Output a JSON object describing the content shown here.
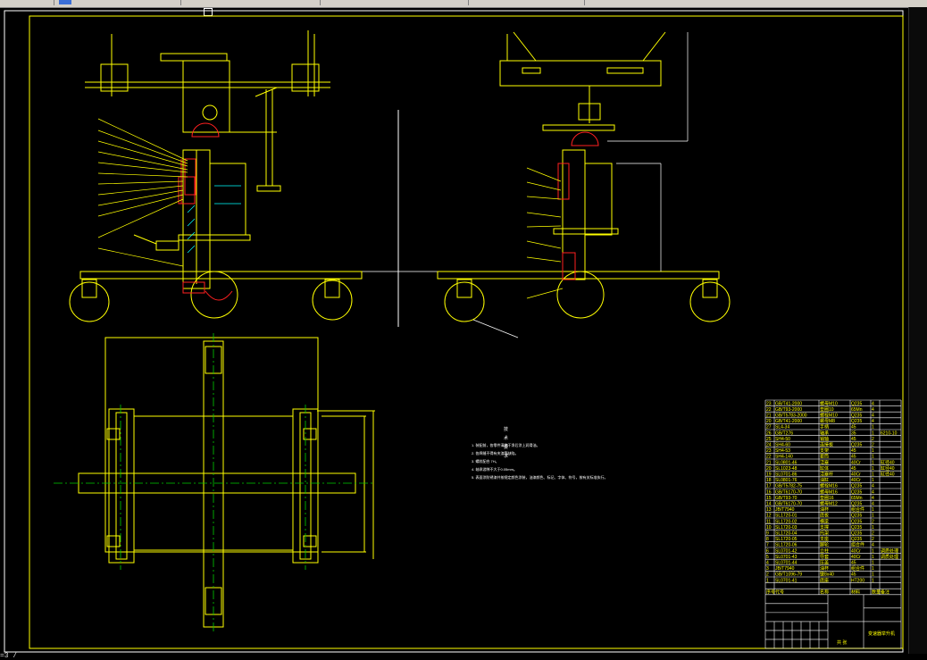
{
  "window": {
    "tabs": [
      "",
      "",
      "",
      "",
      ""
    ],
    "status_text": "=3 /"
  },
  "drawing": {
    "tech_requirements_title": "技术要求",
    "tech_requirements": [
      "1. 装配前，各零件清洗干净后涂上润滑油。",
      "2. 各焊缝不得有夹渣等缺陷。",
      "3. 螺纹配合 7H。",
      "4. 轴承游隙不大于0.05mm。",
      "5. 表面涂防锈漆并按规定颜色涂装，油漆颜色、标记、字体、符号，按有关标准执行。"
    ],
    "colors": {
      "frame": "#ffff00",
      "section_red": "#ff2020",
      "centerline": "#00cc00",
      "dimension": "#ffffff",
      "hatch": "#00ffff"
    }
  },
  "title_block": {
    "bom_rows": [
      [
        "23",
        "GB/T41-2000",
        "螺母M10",
        "Q235",
        "4",
        ""
      ],
      [
        "22",
        "GB/T93-2000",
        "垫圈10",
        "65Mn",
        "4",
        ""
      ],
      [
        "21",
        "GB/T5783-2000",
        "螺栓M10",
        "Q235",
        "4",
        ""
      ],
      [
        "20",
        "GB/T41-2000",
        "螺母M8",
        "Q235",
        "4",
        ""
      ],
      [
        "27",
        "SL4-34",
        "手柄",
        "45",
        "1",
        ""
      ],
      [
        "26",
        "GB/T276",
        "轴承",
        "35",
        "1",
        "6210-10"
      ],
      [
        "25",
        "SH4-50",
        "销轴",
        "45",
        "2",
        ""
      ],
      [
        "24",
        "SH4-60",
        "连接板",
        "Q235",
        "2",
        ""
      ],
      [
        "23",
        "SH4-53",
        "支架",
        "45",
        "1",
        ""
      ],
      [
        "22",
        "SH4-140",
        "套筒",
        "45",
        "1",
        ""
      ],
      [
        "21",
        "SL0801-46",
        "活塞",
        "40Cr",
        "1",
        "缸径40"
      ],
      [
        "20",
        "SL1023-48",
        "缸体",
        "45",
        "1",
        "缸径40"
      ],
      [
        "19",
        "SL0701-86",
        "活塞杆",
        "40Cr",
        "1",
        "缸径40"
      ],
      [
        "18",
        "SL0801-76",
        "油缸",
        "40Cr",
        "1",
        ""
      ],
      [
        "17",
        "GB/T5782-75",
        "螺栓M16",
        "Q235",
        "4",
        ""
      ],
      [
        "16",
        "GB/T6170-70",
        "螺母M16",
        "Q235",
        "4",
        ""
      ],
      [
        "15",
        "GB/T93-70",
        "垫圈16",
        "65Mn",
        "4",
        ""
      ],
      [
        "14",
        "GB/T6170-70",
        "螺母M12",
        "Q235",
        "4",
        ""
      ],
      [
        "13",
        "JB/T7940",
        "油杯",
        "组合件",
        "1",
        ""
      ],
      [
        "12",
        "SL1720-01",
        "底板",
        "Q235",
        "1",
        ""
      ],
      [
        "11",
        "SL1720-02",
        "横梁",
        "Q235",
        "2",
        ""
      ],
      [
        "10",
        "SL1720-03",
        "支撑",
        "Q235",
        "1",
        ""
      ],
      [
        "9",
        "SL1720-04",
        "托架",
        "Q235",
        "2",
        ""
      ],
      [
        "8",
        "SL1720-05",
        "支座",
        "Q235",
        "2",
        ""
      ],
      [
        "7",
        "SL1720-06",
        "脚轮",
        "组合件",
        "4",
        ""
      ],
      [
        "6",
        "SL0701-42",
        "立柱",
        "40Cr",
        "1",
        "调质处理"
      ],
      [
        "5",
        "SL0701-43",
        "导套",
        "40Cr",
        "1",
        "调质处理"
      ],
      [
        "4",
        "SL0701-44",
        "压盖",
        "45",
        "1",
        ""
      ],
      [
        "3",
        "JB/T7940",
        "油杯",
        "组合件",
        "1",
        ""
      ],
      [
        "2",
        "GB/T1096-79",
        "键8x40",
        "45",
        "1",
        ""
      ],
      [
        "1",
        "SL0701-41",
        "底座",
        "HT200",
        "1",
        ""
      ]
    ],
    "header": [
      "序号",
      "代号",
      "名称",
      "材料",
      "数量",
      "备注"
    ],
    "drawing_name": "变速器举升机",
    "company": "",
    "sheet_label": "共 张"
  }
}
